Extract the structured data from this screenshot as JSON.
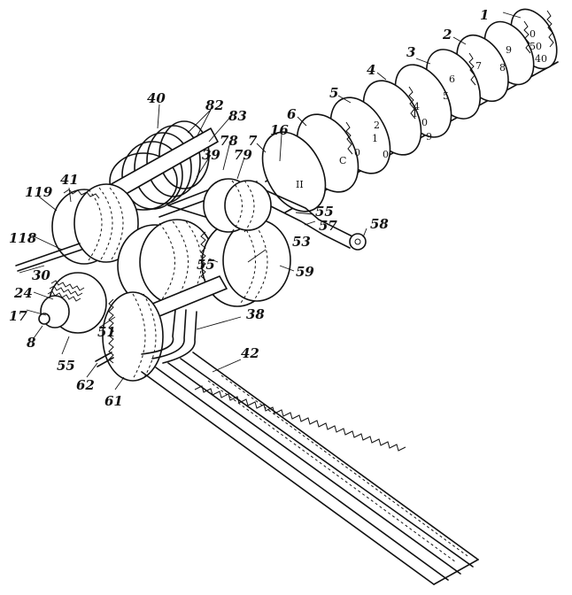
{
  "figure": {
    "reference_numerals": [
      "1",
      "2",
      "3",
      "4",
      "5",
      "6",
      "7",
      "8",
      "16",
      "17",
      "24",
      "30",
      "38",
      "39",
      "40",
      "41",
      "42",
      "51",
      "53",
      "55",
      "55",
      "55",
      "57",
      "58",
      "59",
      "61",
      "62",
      "78",
      "79",
      "82",
      "83",
      "118",
      "119"
    ],
    "dial_markings": [
      "0",
      "50",
      "40",
      "9",
      "8",
      "7",
      "6",
      "5",
      "4",
      "2",
      "1",
      "0",
      "1",
      "0",
      "9",
      "0",
      "C",
      "II"
    ]
  }
}
